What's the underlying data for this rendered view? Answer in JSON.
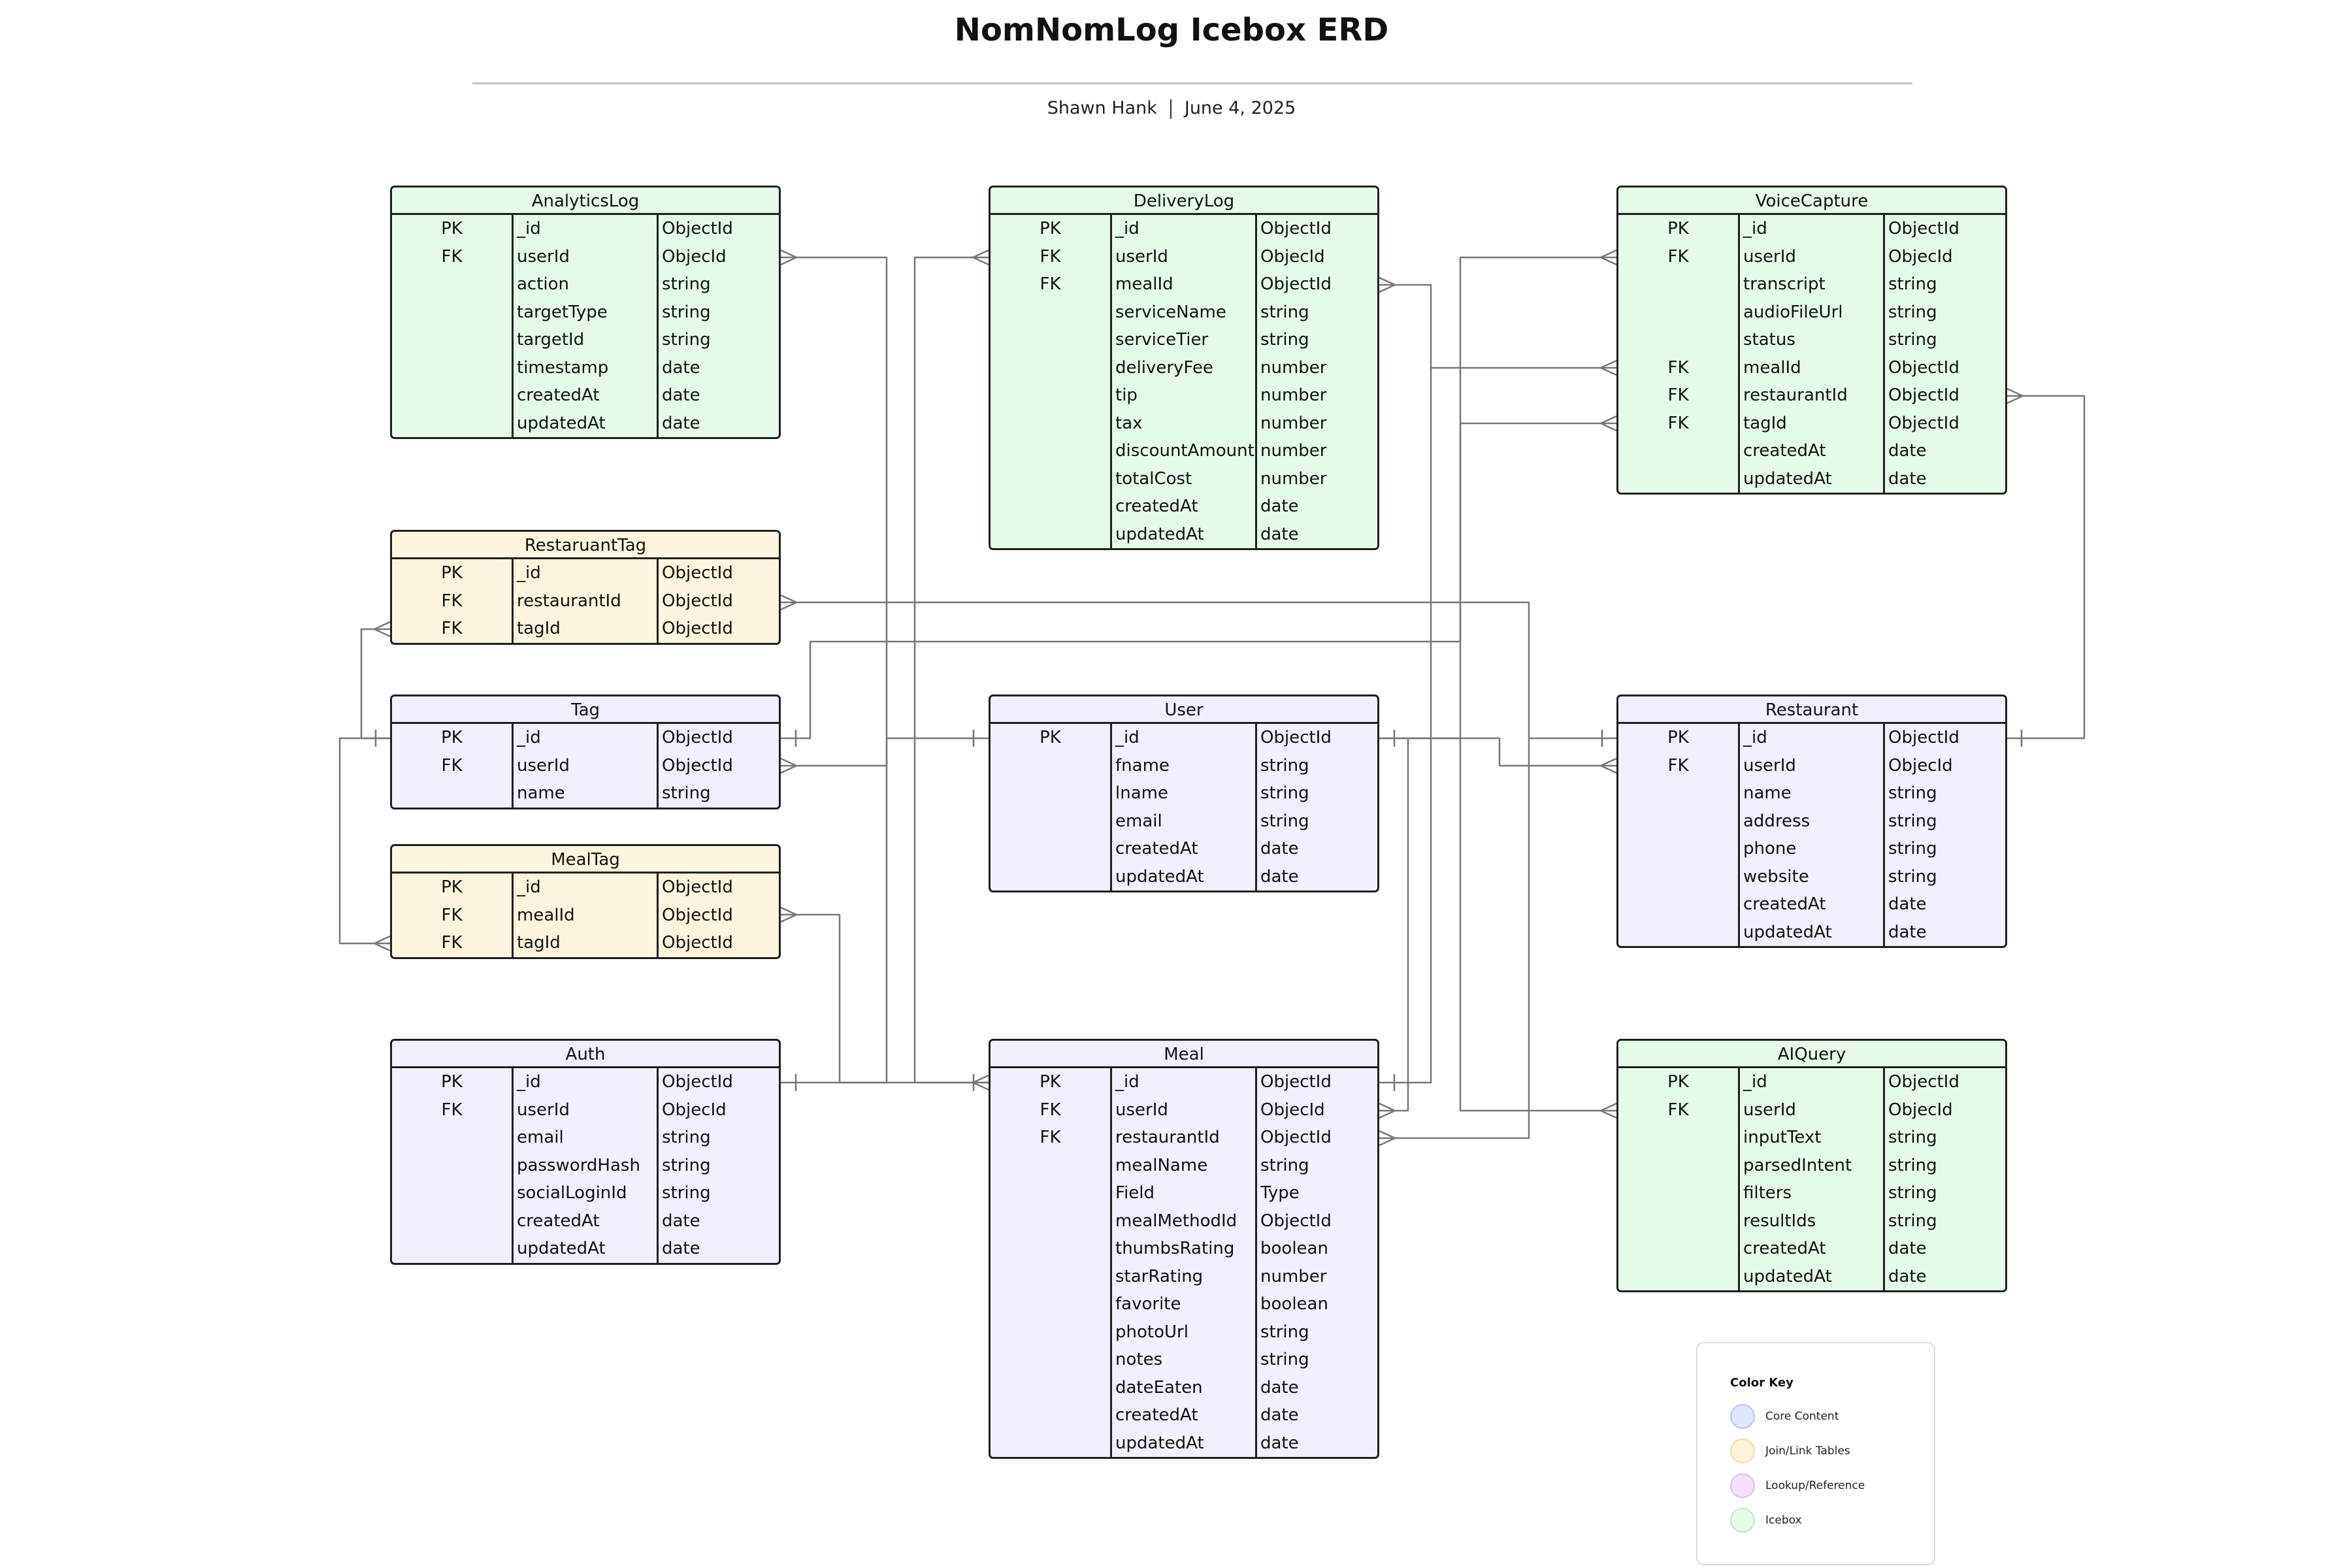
{
  "header": {
    "title": "NomNomLog Icebox ERD",
    "author": "Shawn Hank",
    "date": "June 4, 2025"
  },
  "colors": {
    "core": "#f0f0fe",
    "join": "#fdf5df",
    "lookup": "#f3e3fb",
    "icebox": "#e6faea",
    "line": "#777777"
  },
  "entities": {
    "analyticslog": {
      "name": "AnalyticsLog",
      "category": "icebox",
      "fields": [
        {
          "key": "PK",
          "name": "_id",
          "type": "ObjectId"
        },
        {
          "key": "FK",
          "name": "userId",
          "type": "ObjecId"
        },
        {
          "key": "",
          "name": "action",
          "type": "string"
        },
        {
          "key": "",
          "name": "targetType",
          "type": "string"
        },
        {
          "key": "",
          "name": "targetId",
          "type": "string"
        },
        {
          "key": "",
          "name": "timestamp",
          "type": "date"
        },
        {
          "key": "",
          "name": "createdAt",
          "type": "date"
        },
        {
          "key": "",
          "name": "updatedAt",
          "type": "date"
        }
      ]
    },
    "deliverylog": {
      "name": "DeliveryLog",
      "category": "icebox",
      "fields": [
        {
          "key": "PK",
          "name": "_id",
          "type": "ObjectId"
        },
        {
          "key": "FK",
          "name": "userId",
          "type": "ObjecId"
        },
        {
          "key": "FK",
          "name": "mealId",
          "type": "ObjectId"
        },
        {
          "key": "",
          "name": "serviceName",
          "type": "string"
        },
        {
          "key": "",
          "name": "serviceTier",
          "type": "string"
        },
        {
          "key": "",
          "name": "deliveryFee",
          "type": "number"
        },
        {
          "key": "",
          "name": "tip",
          "type": "number"
        },
        {
          "key": "",
          "name": "tax",
          "type": "number"
        },
        {
          "key": "",
          "name": "discountAmount",
          "type": "number"
        },
        {
          "key": "",
          "name": "totalCost",
          "type": "number"
        },
        {
          "key": "",
          "name": "createdAt",
          "type": "date"
        },
        {
          "key": "",
          "name": "updatedAt",
          "type": "date"
        }
      ]
    },
    "voicecapture": {
      "name": "VoiceCapture",
      "category": "icebox",
      "fields": [
        {
          "key": "PK",
          "name": "_id",
          "type": "ObjectId"
        },
        {
          "key": "FK",
          "name": "userId",
          "type": "ObjecId"
        },
        {
          "key": "",
          "name": "transcript",
          "type": "string"
        },
        {
          "key": "",
          "name": "audioFileUrl",
          "type": "string"
        },
        {
          "key": "",
          "name": "status",
          "type": "string"
        },
        {
          "key": "FK",
          "name": "mealId",
          "type": "ObjectId"
        },
        {
          "key": "FK",
          "name": "restaurantId",
          "type": "ObjectId"
        },
        {
          "key": "FK",
          "name": "tagId",
          "type": "ObjectId"
        },
        {
          "key": "",
          "name": "createdAt",
          "type": "date"
        },
        {
          "key": "",
          "name": "updatedAt",
          "type": "date"
        }
      ]
    },
    "restauranttag": {
      "name": "RestaruantTag",
      "category": "join",
      "fields": [
        {
          "key": "PK",
          "name": "_id",
          "type": "ObjectId"
        },
        {
          "key": "FK",
          "name": "restaurantId",
          "type": "ObjectId"
        },
        {
          "key": "FK",
          "name": "tagId",
          "type": "ObjectId"
        }
      ]
    },
    "tag": {
      "name": "Tag",
      "category": "core",
      "fields": [
        {
          "key": "PK",
          "name": "_id",
          "type": "ObjectId"
        },
        {
          "key": "FK",
          "name": "userId",
          "type": "ObjectId"
        },
        {
          "key": "",
          "name": "name",
          "type": "string"
        }
      ]
    },
    "user": {
      "name": "User",
      "category": "core",
      "fields": [
        {
          "key": "PK",
          "name": "_id",
          "type": "ObjectId"
        },
        {
          "key": "",
          "name": "fname",
          "type": "string"
        },
        {
          "key": "",
          "name": "lname",
          "type": "string"
        },
        {
          "key": "",
          "name": "email",
          "type": "string"
        },
        {
          "key": "",
          "name": "createdAt",
          "type": "date"
        },
        {
          "key": "",
          "name": "updatedAt",
          "type": "date"
        }
      ]
    },
    "restaurant": {
      "name": "Restaurant",
      "category": "core",
      "fields": [
        {
          "key": "PK",
          "name": "_id",
          "type": "ObjectId"
        },
        {
          "key": "FK",
          "name": "userId",
          "type": "ObjecId"
        },
        {
          "key": "",
          "name": "name",
          "type": "string"
        },
        {
          "key": "",
          "name": "address",
          "type": "string"
        },
        {
          "key": "",
          "name": "phone",
          "type": "string"
        },
        {
          "key": "",
          "name": "website",
          "type": "string"
        },
        {
          "key": "",
          "name": "createdAt",
          "type": "date"
        },
        {
          "key": "",
          "name": "updatedAt",
          "type": "date"
        }
      ]
    },
    "mealtag": {
      "name": "MealTag",
      "category": "join",
      "fields": [
        {
          "key": "PK",
          "name": "_id",
          "type": "ObjectId"
        },
        {
          "key": "FK",
          "name": "mealId",
          "type": "ObjectId"
        },
        {
          "key": "FK",
          "name": "tagId",
          "type": "ObjectId"
        }
      ]
    },
    "auth": {
      "name": "Auth",
      "category": "core",
      "fields": [
        {
          "key": "PK",
          "name": "_id",
          "type": "ObjectId"
        },
        {
          "key": "FK",
          "name": "userId",
          "type": "ObjecId"
        },
        {
          "key": "",
          "name": "email",
          "type": "string"
        },
        {
          "key": "",
          "name": "passwordHash",
          "type": "string"
        },
        {
          "key": "",
          "name": "socialLoginId",
          "type": "string"
        },
        {
          "key": "",
          "name": "createdAt",
          "type": "date"
        },
        {
          "key": "",
          "name": "updatedAt",
          "type": "date"
        }
      ]
    },
    "meal": {
      "name": "Meal",
      "category": "core",
      "fields": [
        {
          "key": "PK",
          "name": "_id",
          "type": "ObjectId"
        },
        {
          "key": "FK",
          "name": "userId",
          "type": "ObjecId"
        },
        {
          "key": "FK",
          "name": "restaurantId",
          "type": "ObjectId"
        },
        {
          "key": "",
          "name": "mealName",
          "type": "string"
        },
        {
          "key": "",
          "name": "Field",
          "type": "Type"
        },
        {
          "key": "",
          "name": "mealMethodId",
          "type": "ObjectId"
        },
        {
          "key": "",
          "name": "thumbsRating",
          "type": "boolean"
        },
        {
          "key": "",
          "name": "starRating",
          "type": "number"
        },
        {
          "key": "",
          "name": "favorite",
          "type": "boolean"
        },
        {
          "key": "",
          "name": "photoUrl",
          "type": "string"
        },
        {
          "key": "",
          "name": "notes",
          "type": "string"
        },
        {
          "key": "",
          "name": "dateEaten",
          "type": "date"
        },
        {
          "key": "",
          "name": "createdAt",
          "type": "date"
        },
        {
          "key": "",
          "name": "updatedAt",
          "type": "date"
        }
      ]
    },
    "aiquery": {
      "name": "AIQuery",
      "category": "icebox",
      "fields": [
        {
          "key": "PK",
          "name": "_id",
          "type": "ObjectId"
        },
        {
          "key": "FK",
          "name": "userId",
          "type": "ObjecId"
        },
        {
          "key": "",
          "name": "inputText",
          "type": "string"
        },
        {
          "key": "",
          "name": "parsedIntent",
          "type": "string"
        },
        {
          "key": "",
          "name": "filters",
          "type": "string"
        },
        {
          "key": "",
          "name": "resultIds",
          "type": "string"
        },
        {
          "key": "",
          "name": "createdAt",
          "type": "date"
        },
        {
          "key": "",
          "name": "updatedAt",
          "type": "date"
        }
      ]
    }
  },
  "legend": {
    "title": "Color Key",
    "items": [
      {
        "label": "Core Content",
        "fill": "#dfe6fd",
        "stroke": "#b7c6f2"
      },
      {
        "label": "Join/Link Tables",
        "fill": "#fdf3d9",
        "stroke": "#ecdcae"
      },
      {
        "label": "Lookup/Reference",
        "fill": "#f3e0fb",
        "stroke": "#ddbdef"
      },
      {
        "label": "Icebox",
        "fill": "#e6faea",
        "stroke": "#bfe6c7"
      }
    ]
  }
}
